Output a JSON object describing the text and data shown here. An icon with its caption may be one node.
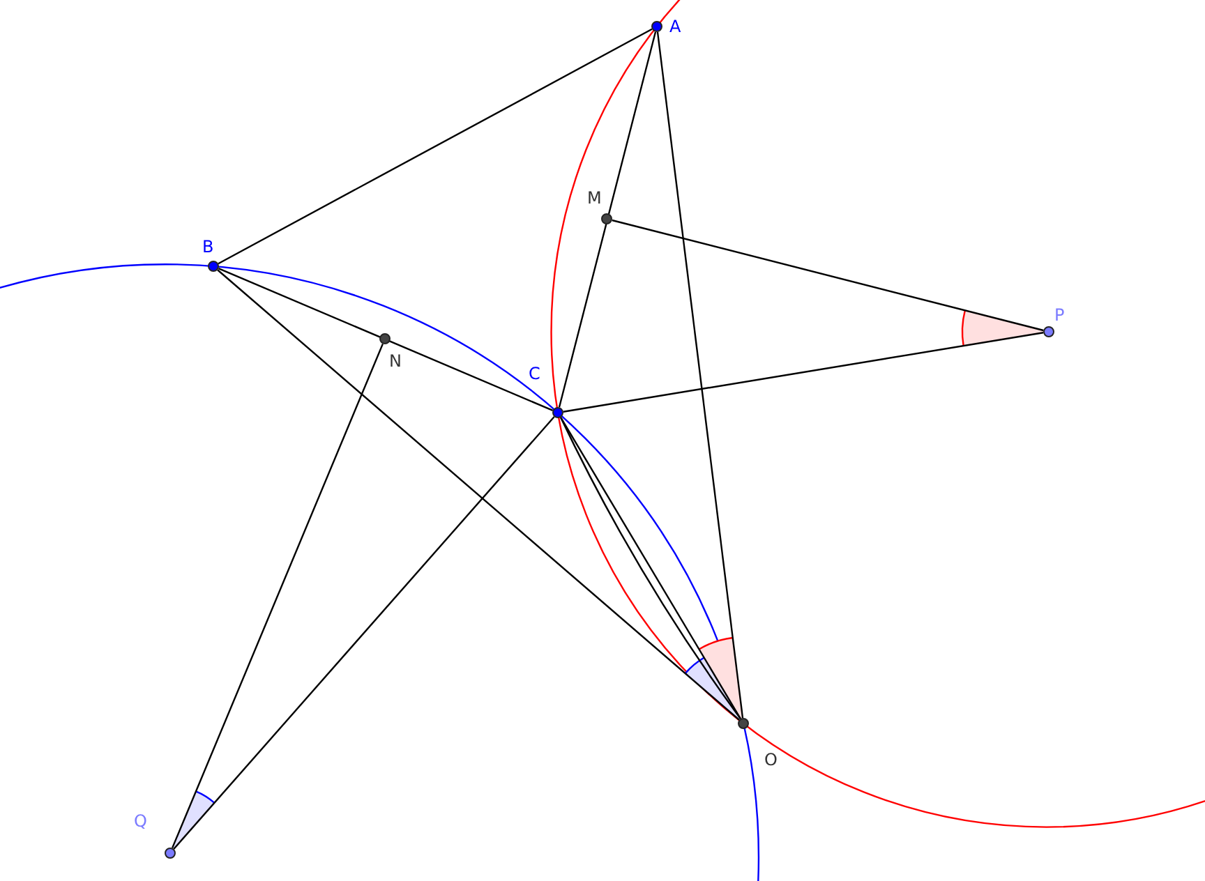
{
  "diagram": {
    "nodes": [
      {
        "text": [
          "A"
        ]
      },
      {
        "text": [
          "B"
        ]
      },
      {
        "text": [
          "C"
        ]
      },
      {
        "text": [
          "M"
        ]
      },
      {
        "text": [
          "N"
        ]
      },
      {
        "text": [
          "P"
        ]
      },
      {
        "text": [
          "Q"
        ]
      },
      {
        "text": [
          "O"
        ]
      }
    ],
    "edges": [
      {
        "from": 0,
        "to": 1,
        "arrow": "none"
      },
      {
        "from": 0,
        "to": 2,
        "arrow": "none"
      },
      {
        "from": 3,
        "to": 5,
        "arrow": "none"
      },
      {
        "from": 2,
        "to": 5,
        "arrow": "none"
      },
      {
        "from": 0,
        "to": 7,
        "arrow": "none"
      },
      {
        "from": 1,
        "to": 2,
        "arrow": "none"
      },
      {
        "from": 4,
        "to": 6,
        "arrow": "none"
      },
      {
        "from": 2,
        "to": 6,
        "arrow": "none"
      },
      {
        "from": 1,
        "to": 7,
        "arrow": "none"
      },
      {
        "from": 2,
        "to": 7,
        "arrow": "none"
      },
      {
        "from": 2,
        "to": 7,
        "arrow": "none"
      }
    ]
  }
}
